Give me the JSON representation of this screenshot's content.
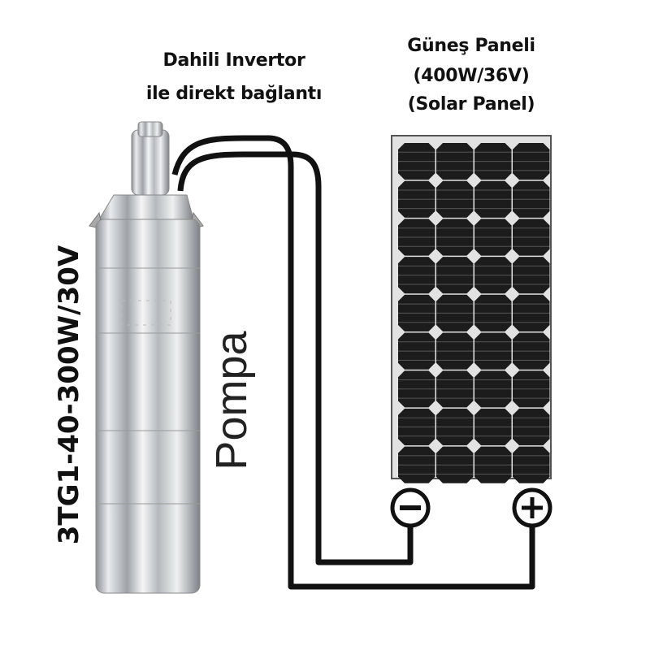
{
  "inverter_label": {
    "line1": "Dahili Invertor",
    "line2": "ile direkt bağlantı"
  },
  "panel_label": {
    "line1": "Güneş Paneli",
    "line2": "(400W/36V)",
    "line3": "(Solar Panel)"
  },
  "model_label": "3TG1-40-300W/30V",
  "pump_label": "Pompa",
  "terminals": {
    "negative": "−",
    "positive": "+"
  },
  "colors": {
    "wire": "#111111",
    "panel_cell": "#1c1c1c",
    "panel_frame": "#e2e2e2",
    "pump_steel": "#c9ccd0"
  }
}
